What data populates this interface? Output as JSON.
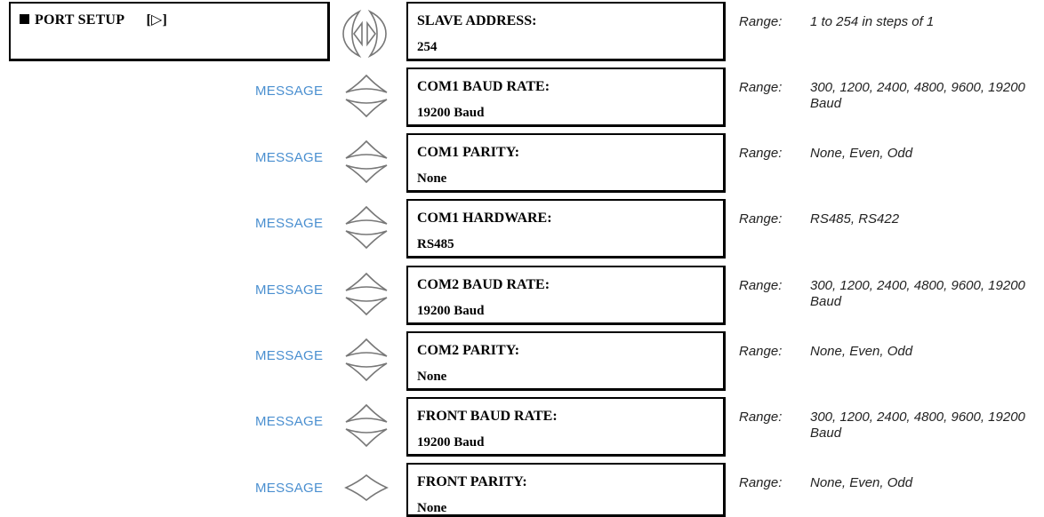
{
  "header": {
    "title": "PORT SETUP",
    "arrow": "[▷]",
    "icon": "square-bullet-icon"
  },
  "nav_icon": "left-right-arrows-icon",
  "message_label": "MESSAGE",
  "range_label": "Range:",
  "settings": [
    {
      "name": "SLAVE ADDRESS:",
      "value": "254",
      "range": "1 to 254 in steps of 1",
      "control": "left-right-arrows"
    },
    {
      "name": "COM1 BAUD RATE:",
      "value": "19200 Baud",
      "range": "300, 1200, 2400, 4800, 9600, 19200 Baud",
      "control": "up-down-arrows"
    },
    {
      "name": "COM1 PARITY:",
      "value": "None",
      "range": "None, Even, Odd",
      "control": "up-down-arrows"
    },
    {
      "name": "COM1 HARDWARE:",
      "value": "RS485",
      "range": "RS485, RS422",
      "control": "up-down-arrows"
    },
    {
      "name": "COM2 BAUD RATE:",
      "value": "19200 Baud",
      "range": "300, 1200, 2400, 4800, 9600, 19200 Baud",
      "control": "up-down-arrows"
    },
    {
      "name": "COM2 PARITY:",
      "value": "None",
      "range": "None, Even, Odd",
      "control": "up-down-arrows"
    },
    {
      "name": "FRONT BAUD RATE:",
      "value": "19200 Baud",
      "range": "300, 1200, 2400, 4800, 9600, 19200 Baud",
      "control": "up-down-arrows"
    },
    {
      "name": "FRONT PARITY:",
      "value": "None",
      "range": "None, Even, Odd",
      "control": "up-arrow"
    }
  ],
  "colors": {
    "message_text": "#4a8fd0",
    "border": "#000000"
  }
}
